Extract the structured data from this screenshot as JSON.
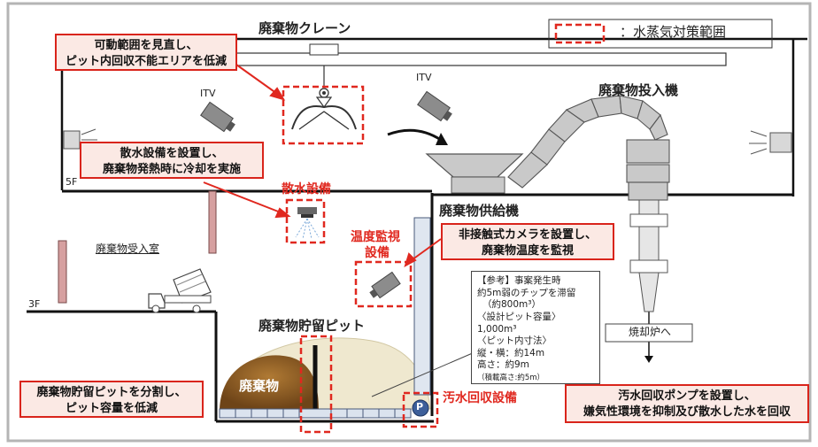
{
  "labels": {
    "crane": "廃棄物クレーン",
    "legend_text": "：水蒸気対策範囲",
    "itv_left": "ITV",
    "itv_right": "ITV",
    "hopper": "廃棄物投入機",
    "floor_5f": "5F",
    "floor_3f": "3F",
    "receiving_room": "廃棄物受入室",
    "feeder": "廃棄物供給機",
    "pit": "廃棄物貯留ピット",
    "waste": "廃棄物",
    "incinerator": "焼却炉へ",
    "pump_p": "P"
  },
  "equipment_labels": {
    "sprinkler": "散水設備",
    "temp_monitor_1": "温度監視",
    "temp_monitor_2": "設備",
    "drain_recovery": "汚水回収設備"
  },
  "callouts": {
    "crane": {
      "line1": "可動範囲を見直し、",
      "line2": "ピット内回収不能エリアを低減"
    },
    "sprinkler": {
      "line1": "散水設備を設置し、",
      "line2": "廃棄物発熱時に冷却を実施"
    },
    "camera": {
      "line1": "非接触式カメラを設置し、",
      "line2": "廃棄物温度を監視"
    },
    "pit": {
      "line1": "廃棄物貯留ピットを分割し、",
      "line2": "ピット容量を低減"
    },
    "pump": {
      "line1": "汚水回収ポンプを設置し、",
      "line2": "嫌気性環境を抑制及び散水した水を回収"
    }
  },
  "note": {
    "line1": "【参考】事案発生時",
    "line2": "約5m弱のチップを滞留",
    "line3": "（約800m³）",
    "line4": "〈設計ピット容量〉",
    "line5": "1,000m³",
    "line6": "〈ピット内寸法〉",
    "line7": "縦・横：約14m",
    "line8_main": "高さ：約9m",
    "line8_small": "（積載高さ:約5m）"
  },
  "colors": {
    "callout_border": "#d9241b",
    "callout_fill": "#fbe9e4",
    "highlight_red": "#e0281f",
    "waste_brown": "#8a5a1e",
    "pit_fill": "#efe8cf",
    "machine_gray": "#c9c9c9"
  }
}
